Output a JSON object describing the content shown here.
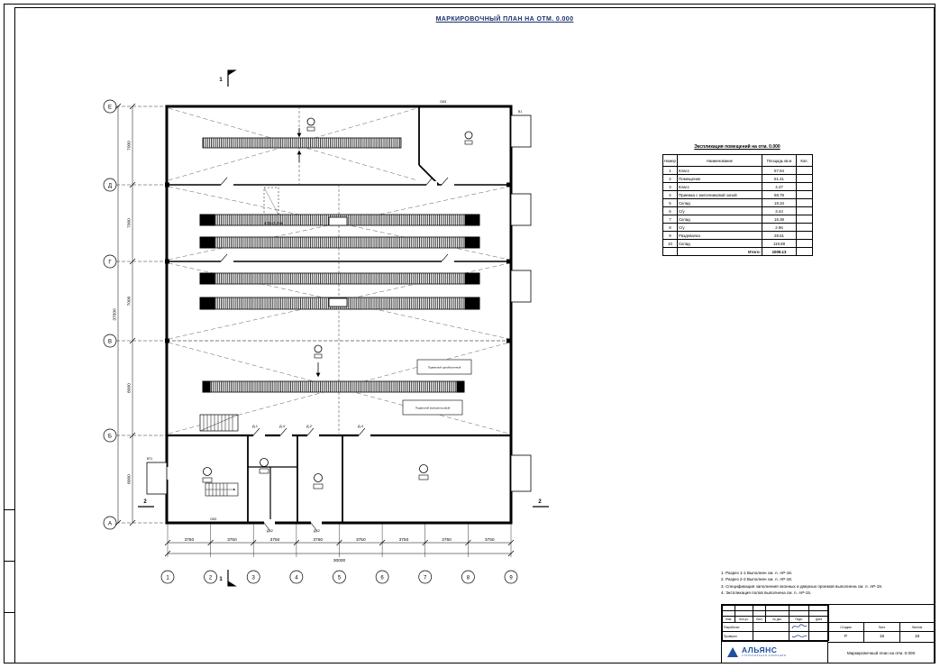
{
  "sheet": {
    "title": "МАРКИРОВОЧНЫЙ ПЛАН НА ОТМ. 0.000"
  },
  "plan": {
    "axis_letters": [
      "Е",
      "Д",
      "Г",
      "В",
      "Б",
      "А"
    ],
    "axis_numbers": [
      "1",
      "2",
      "3",
      "4",
      "5",
      "6",
      "7",
      "8",
      "9"
    ],
    "dims_left": [
      "7000",
      "7000",
      "7000",
      "8000",
      "8000"
    ],
    "dim_left_total": "37000",
    "dims_bottom": [
      "3750",
      "3750",
      "3750",
      "3750",
      "3750",
      "3750",
      "3750",
      "3750"
    ],
    "dim_bottom_total": "30000",
    "section_marks": {
      "s1": "1",
      "s2": "2"
    },
    "labels": {
      "crane_note": "4 Q=3,2 м",
      "ok3_top": "ОК3",
      "ok3_bottom": "ОК3",
      "dk2_a": "ДК2",
      "dk2_b": "ДК2",
      "d1": "Д-1",
      "d4": "Д-4",
      "d2": "Д-2",
      "d4b": "Д-4",
      "v1": "В1",
      "vt1": "ВТ1",
      "crane1": "Подвесной однобалочный",
      "crane2": "Подвесной монорельсовый"
    }
  },
  "room_table": {
    "title": "Экспликация помещений на отм. 0.000",
    "headers": [
      "Номер пом.",
      "Наименование",
      "Площадь кв.м",
      "Кол."
    ],
    "rows": [
      [
        "1",
        "Класс",
        "57.64",
        ""
      ],
      [
        "2",
        "Помещение",
        "51.41",
        ""
      ],
      [
        "3",
        "Класс",
        "4.47",
        ""
      ],
      [
        "4",
        "Приемка с мелочниковой зоной",
        "58.79",
        ""
      ],
      [
        "5",
        "Склад",
        "19.34",
        ""
      ],
      [
        "6",
        "С/у",
        "3.44",
        ""
      ],
      [
        "7",
        "Склад",
        "16.38",
        ""
      ],
      [
        "8",
        "С/у",
        "2.96",
        ""
      ],
      [
        "9",
        "Раздевалка",
        "28.61",
        ""
      ],
      [
        "10",
        "Склад",
        "119.88",
        ""
      ]
    ],
    "total_label": "Итого:",
    "total_value": "1009.13"
  },
  "notes": {
    "items": [
      "1. Разрез 1-1 Выполнен см. л. АР-18.",
      "2. Разрез 2-2 Выполнен см. л. АР-18.",
      "3. Спецификация заполнения оконных и дверных проемов выполнена см. л. АР-19.",
      "4. Экспликация полов выполнена см. л. АР-15."
    ]
  },
  "titleblock": {
    "header_cols": [
      "Изм.",
      "Кол.уч.",
      "Лист",
      "№ док.",
      "Подп.",
      "Дата"
    ],
    "role_1": "Разработал",
    "role_2": "Проверил",
    "stage_label": "Стадия",
    "sheet_label": "Лист",
    "sheets_label": "Листов",
    "stage_value": "Р",
    "sheet_value": "15",
    "sheets_value": "18",
    "drawing_title": "Маркировочный план на отм. 0.000",
    "company_name": "АЛЬЯНС",
    "company_sub": "СТРОИТЕЛЬНАЯ КОМПАНИЯ",
    "brand_color": "#1e4fa0"
  }
}
